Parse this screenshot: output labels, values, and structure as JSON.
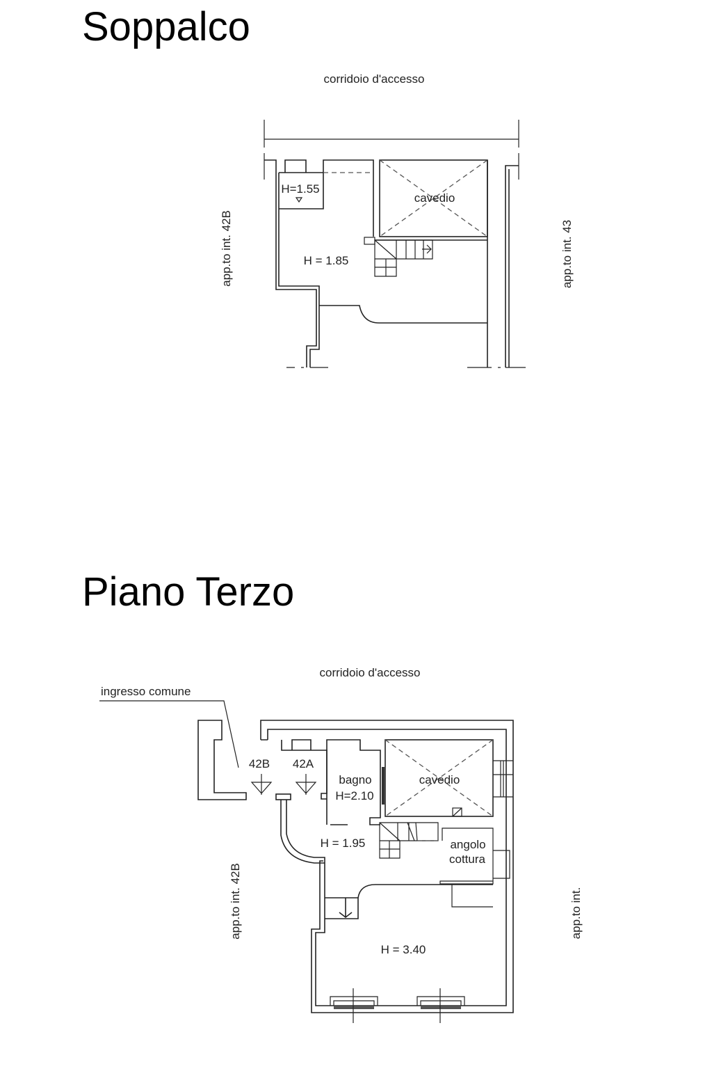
{
  "soppalco": {
    "title": "Soppalco",
    "corridor_label": "corridoio d'accesso",
    "left_neighbor": "app.to int. 42B",
    "right_neighbor": "app.to int. 43",
    "small_room_height": "H=1.55",
    "shaft_label": "cavedio",
    "room_height": "H = 1.85"
  },
  "piano_terzo": {
    "title": "Piano Terzo",
    "corridor_label": "corridoio d'accesso",
    "entrance_label": "ingresso comune",
    "door_42b": "42B",
    "door_42a": "42A",
    "bathroom_label": "bagno",
    "bathroom_height": "H=2.10",
    "shaft_label": "cavedio",
    "hall_height": "H = 1.95",
    "kitchen_label_1": "angolo",
    "kitchen_label_2": "cottura",
    "main_room_height": "H = 3.40",
    "left_neighbor": "app.to int. 42B",
    "right_neighbor": "app.to int."
  }
}
